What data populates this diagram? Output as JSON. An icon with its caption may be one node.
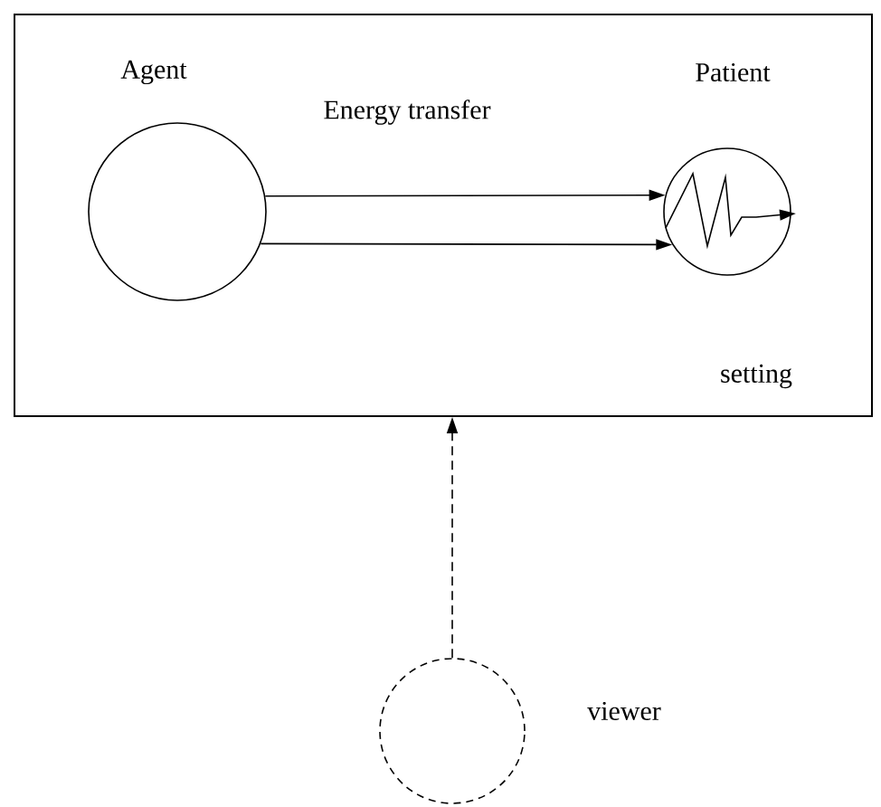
{
  "diagram": {
    "nodes": [
      {
        "text": [
          "setting"
        ]
      },
      {
        "text": [
          "Agent"
        ],
        "in": 0
      },
      {
        "text": [
          "Patient"
        ],
        "in": 0
      },
      {
        "text": [
          "viewer"
        ]
      }
    ],
    "edges": [
      {
        "from": 1,
        "to": 2,
        "arrow": "to",
        "label": "Energy transfer"
      },
      {
        "from": 1,
        "to": 2,
        "arrow": "to"
      },
      {
        "from": 3,
        "to": 0,
        "arrow": "to",
        "style": "dashed"
      }
    ]
  }
}
